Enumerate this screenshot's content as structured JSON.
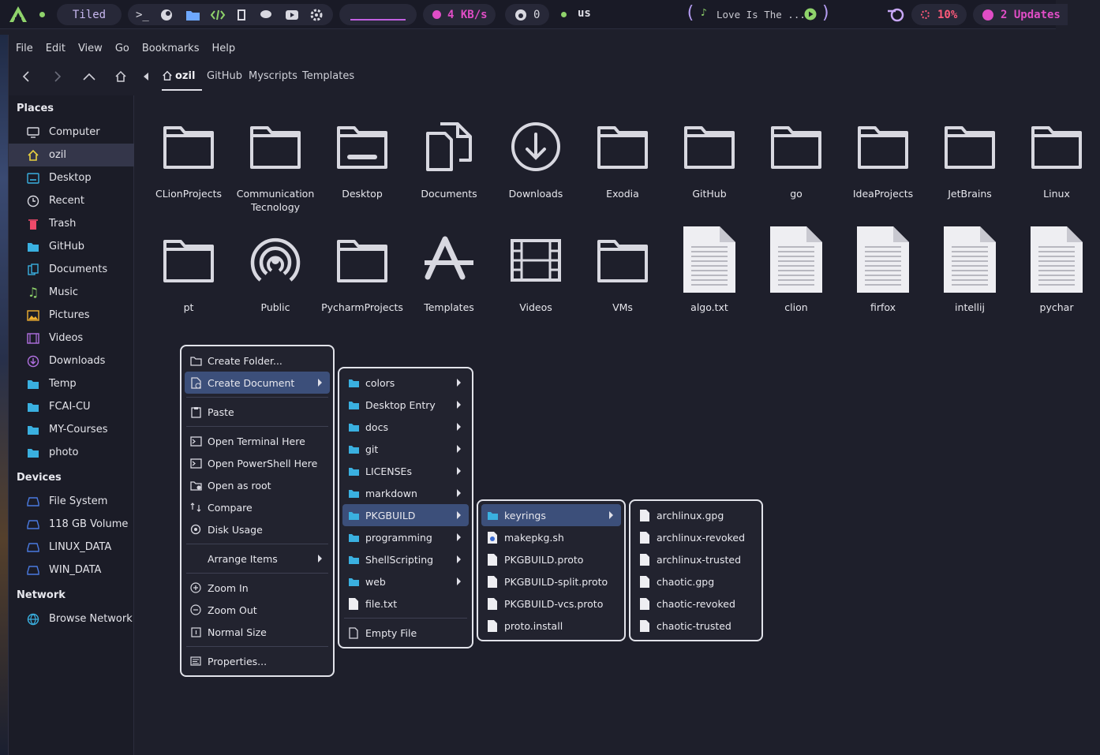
{
  "topbar": {
    "layout_mode": "Tiled",
    "network_speed": "4 KB/s",
    "github_count": "0",
    "keyboard_layout": "us",
    "media_title": "Love Is The ...",
    "cpu_usage": "10%",
    "updates": "2 Updates",
    "accent": "#e04dc6"
  },
  "menubar": {
    "file": "File",
    "edit": "Edit",
    "view": "View",
    "go": "Go",
    "bookmarks": "Bookmarks",
    "help": "Help"
  },
  "breadcrumb": {
    "current": "ozil",
    "items": [
      "GitHub",
      "Myscripts",
      "Templates"
    ]
  },
  "sidebar": {
    "places_header": "Places",
    "places": [
      "Computer",
      "ozil",
      "Desktop",
      "Recent",
      "Trash",
      "GitHub",
      "Documents",
      "Music",
      "Pictures",
      "Videos",
      "Downloads",
      "Temp",
      "FCAI-CU",
      "MY-Courses",
      "photo"
    ],
    "devices_header": "Devices",
    "devices": [
      "File System",
      "118 GB Volume",
      "LINUX_DATA",
      "WIN_DATA"
    ],
    "network_header": "Network",
    "network": [
      "Browse Network"
    ]
  },
  "files": {
    "row1": [
      "CLionProjects",
      "Communication Tecnology",
      "Desktop",
      "Documents",
      "Downloads",
      "Exodia",
      "GitHub",
      "go",
      "IdeaProjects",
      "JetBrains",
      "Linux"
    ],
    "row2": [
      "pt",
      "Public",
      "PycharmProjects",
      "Templates",
      "Videos",
      "VMs",
      "algo.txt",
      "clion",
      "firfox",
      "intellij",
      "pychar"
    ]
  },
  "context_menu": {
    "create_folder": "Create Folder...",
    "create_document": "Create Document",
    "paste": "Paste",
    "open_terminal": "Open Terminal Here",
    "open_powershell": "Open PowerShell Here",
    "open_root": "Open as root",
    "compare": "Compare",
    "disk_usage": "Disk Usage",
    "arrange_items": "Arrange Items",
    "zoom_in": "Zoom In",
    "zoom_out": "Zoom Out",
    "normal_size": "Normal Size",
    "properties": "Properties..."
  },
  "templates_menu": {
    "folders": [
      "colors",
      "Desktop Entry",
      "docs",
      "git",
      "LICENSEs",
      "markdown",
      "PKGBUILD",
      "programming",
      "ShellScripting",
      "web"
    ],
    "file_txt": "file.txt",
    "empty_file": "Empty File"
  },
  "pkgbuild_menu": {
    "keyrings": "keyrings",
    "files": [
      "makepkg.sh",
      "PKGBUILD.proto",
      "PKGBUILD-split.proto",
      "PKGBUILD-vcs.proto",
      "proto.install"
    ]
  },
  "keyrings_menu": {
    "files": [
      "archlinux.gpg",
      "archlinux-revoked",
      "archlinux-trusted",
      "chaotic.gpg",
      "chaotic-revoked",
      "chaotic-trusted"
    ]
  }
}
